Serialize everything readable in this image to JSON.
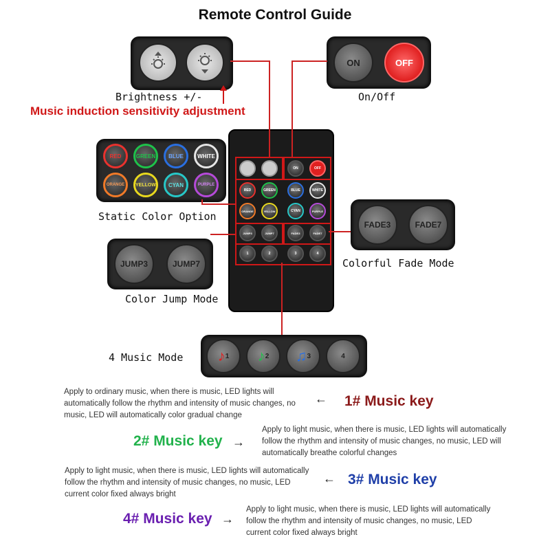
{
  "title": "Remote Control Guide",
  "labels": {
    "brightness": "Brightness +/-",
    "sensitivity": "Music induction sensitivity adjustment",
    "on_off": "On/Off",
    "static_color": "Static Color Option",
    "colorful_fade": "Colorful Fade Mode",
    "color_jump": "Color Jump Mode",
    "music_mode": "4 Music Mode"
  },
  "buttons": {
    "on": "ON",
    "off": "OFF",
    "colors": [
      "RED",
      "GREEN",
      "BLUE",
      "WHITE",
      "ORANGE",
      "YELLOW",
      "CYAN",
      "PURPLE"
    ],
    "fade3": "FADE3",
    "fade7": "FADE7",
    "jump3": "JUMP3",
    "jump7": "JUMP7",
    "music": [
      "1",
      "2",
      "3",
      "4"
    ]
  },
  "colors": {
    "red": "#e8322e",
    "green": "#1ec24a",
    "blue": "#2a6fe0",
    "white": "#e6e6e6",
    "orange": "#f07a28",
    "yellow": "#e8d81e",
    "cyan": "#27c7c7",
    "purple": "#b54ad8",
    "sensitivity_text": "#d01818",
    "key1": "#8b1a1a",
    "key2": "#22b24c",
    "key3": "#1f3fa8",
    "key4": "#6a1fb0"
  },
  "music_keys": [
    {
      "label": "1# Music key",
      "desc": [
        "Apply to ordinary music, when there is music, LED lights will",
        "automatically follow the rhythm and intensity of music changes, no",
        "music, LED will automatically color gradual change"
      ]
    },
    {
      "label": "2# Music key",
      "desc": [
        "Apply to light music, when there is music, LED lights will automatically",
        "follow the rhythm and intensity of music changes, no music, LED will",
        "automatically breathe colorful changes"
      ]
    },
    {
      "label": "3# Music key",
      "desc": [
        "Apply to light music, when there is music, LED lights will automatically",
        "follow the rhythm and intensity of music changes, no music, LED",
        "current color fixed always bright"
      ]
    },
    {
      "label": "4# Music key",
      "desc": [
        "Apply to light music, when there is music, LED lights will automatically",
        "follow the rhythm and intensity of music changes, no music, LED",
        "current color fixed always bright"
      ]
    }
  ]
}
